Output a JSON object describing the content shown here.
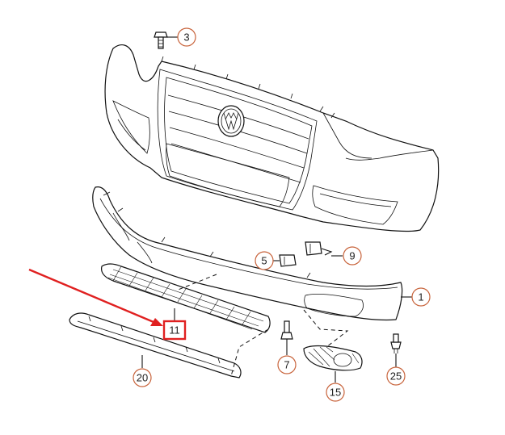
{
  "callouts": [
    {
      "id": "c1",
      "label": "1"
    },
    {
      "id": "c3",
      "label": "3"
    },
    {
      "id": "c5",
      "label": "5"
    },
    {
      "id": "c7",
      "label": "7"
    },
    {
      "id": "c9",
      "label": "9"
    },
    {
      "id": "c11",
      "label": "11",
      "highlighted": true
    },
    {
      "id": "c15",
      "label": "15"
    },
    {
      "id": "c20",
      "label": "20"
    },
    {
      "id": "c25",
      "label": "25"
    }
  ],
  "colors": {
    "callout_ring": "#c8643c",
    "highlight_box": "#e02020",
    "highlight_arrow": "#e02020",
    "line_art": "#111111"
  },
  "logo": "vw-emblem"
}
